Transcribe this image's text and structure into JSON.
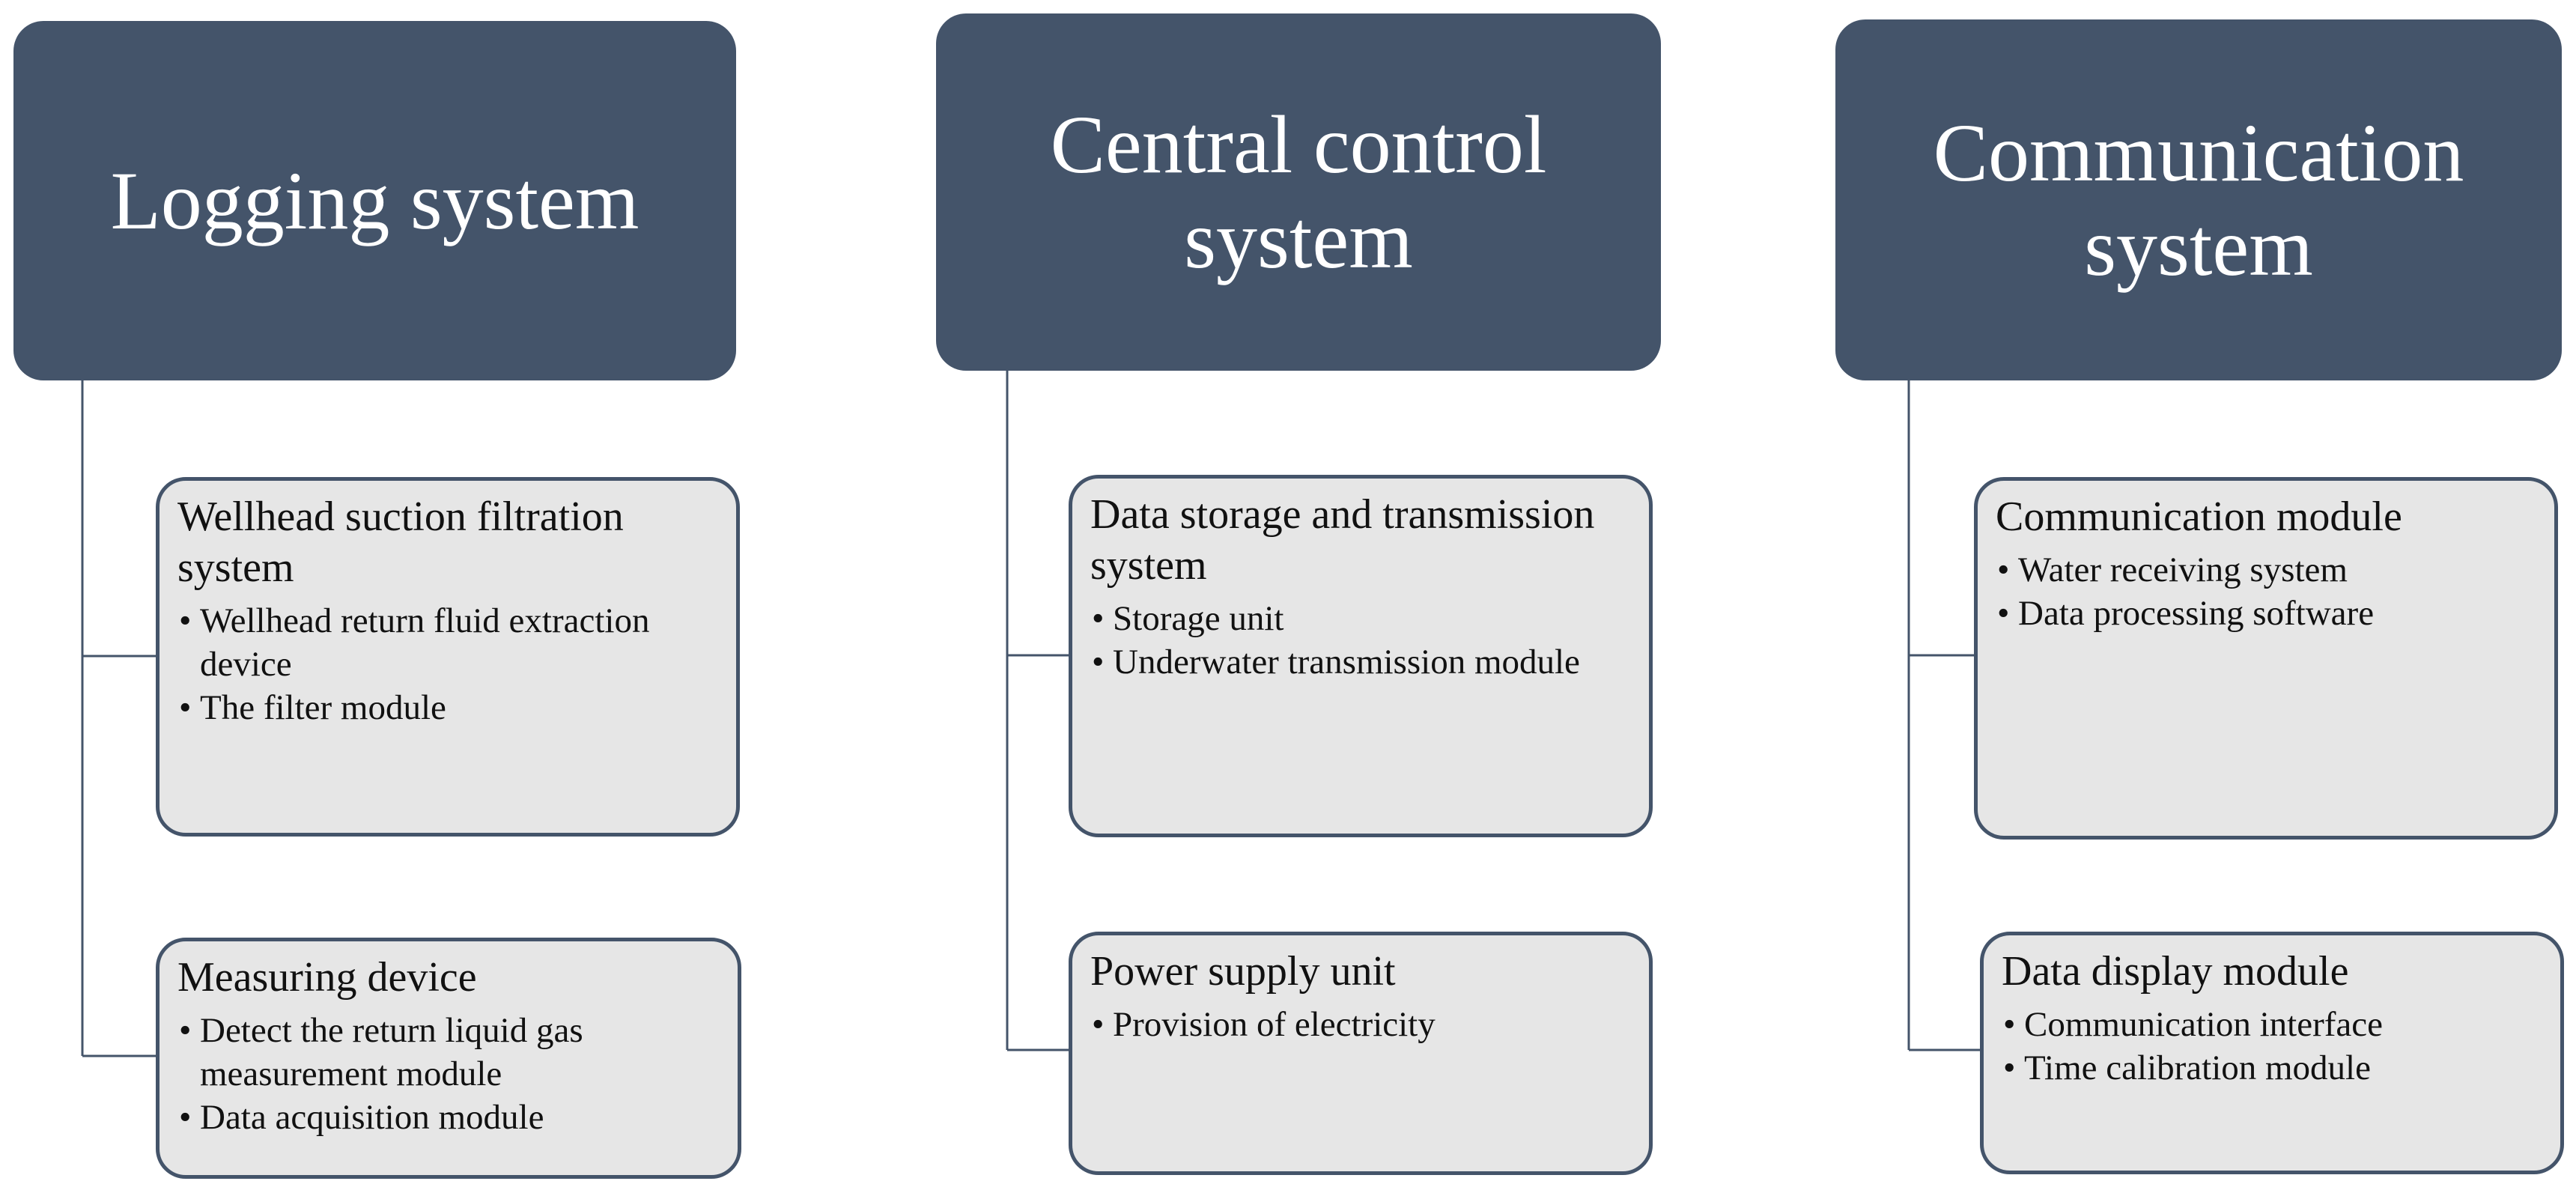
{
  "columns": [
    {
      "header": "Logging system",
      "modules": [
        {
          "title": "Wellhead suction filtration system",
          "items": [
            "Wellhead return fluid extraction device",
            "The filter module"
          ]
        },
        {
          "title": "Measuring device",
          "items": [
            "Detect the return liquid gas measurement module",
            "Data acquisition module"
          ]
        }
      ]
    },
    {
      "header": "Central control system",
      "modules": [
        {
          "title": "Data storage and transmission system",
          "items": [
            "Storage unit",
            "Underwater transmission module"
          ]
        },
        {
          "title": "Power supply unit",
          "items": [
            "Provision of electricity"
          ]
        }
      ]
    },
    {
      "header": "Communication system",
      "modules": [
        {
          "title": "Communication module",
          "items": [
            "Water receiving system",
            "Data processing software"
          ]
        },
        {
          "title": "Data display module",
          "items": [
            "Communication interface",
            "Time calibration module"
          ]
        }
      ]
    }
  ],
  "colors": {
    "header_fill": "#44546a",
    "header_text": "#ffffff",
    "module_fill": "#e6e6e6",
    "module_border": "#44546a",
    "connector": "#44546a"
  }
}
